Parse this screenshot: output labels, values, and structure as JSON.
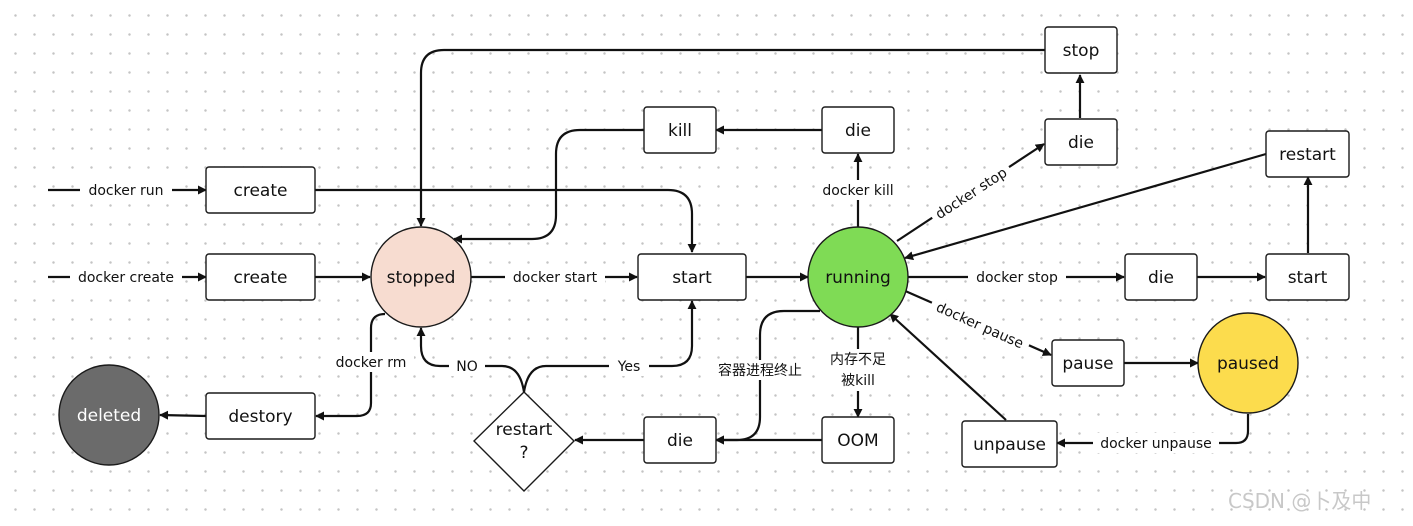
{
  "colors": {
    "stopped": "#f7dcd0",
    "running": "#7fdb55",
    "paused": "#fcdc4d",
    "deleted": "#6b6b6b"
  },
  "nodes": {
    "create_run": "create",
    "create": "create",
    "destory": "destory",
    "deleted": "deleted",
    "stopped": "stopped",
    "start_main": "start",
    "restart_q_1": "restart",
    "restart_q_2": "?",
    "kill": "kill",
    "die_kill": "die",
    "running": "running",
    "die_bottom": "die",
    "oom": "OOM",
    "stop": "stop",
    "die_stop": "die",
    "restart": "restart",
    "die_right": "die",
    "start_right": "start",
    "pause": "pause",
    "paused": "paused",
    "unpause": "unpause"
  },
  "edge_labels": {
    "docker_run": "docker run",
    "docker_create": "docker create",
    "docker_start": "docker start",
    "docker_rm": "docker rm",
    "no": "NO",
    "yes": "Yes",
    "docker_kill": "docker kill",
    "docker_stop_upper": "docker stop",
    "docker_stop_right": "docker stop",
    "docker_pause": "docker pause",
    "docker_unpause": "docker unpause",
    "process_exit": "容器进程终止",
    "oom_1": "内存不足",
    "oom_2": "被kill"
  },
  "watermark": "CSDN @卜及中"
}
